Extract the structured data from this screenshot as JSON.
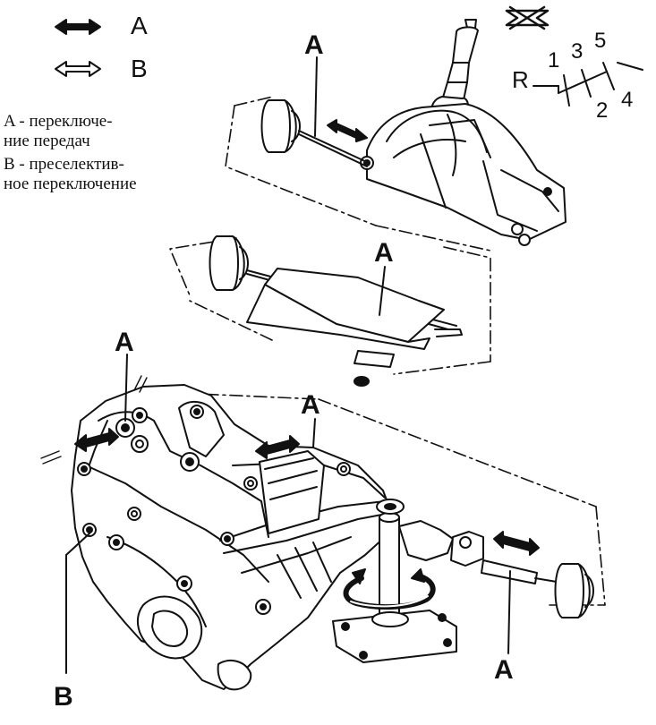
{
  "legend": {
    "a_key": "A",
    "b_key": "B",
    "desc_a_line1": "A - переключе-",
    "desc_a_line2": "ние передач",
    "desc_b_line1": "B - преселектив-",
    "desc_b_line2": "ное переключение"
  },
  "shift_pattern": {
    "reverse": "R",
    "gear1": "1",
    "gear2": "2",
    "gear3": "3",
    "gear4": "4",
    "gear5": "5"
  },
  "callouts": {
    "a_top": "A",
    "a_middle": "A",
    "a_left": "A",
    "a_center": "A",
    "a_bottom_right": "A",
    "b_bottom_left": "B"
  },
  "colors": {
    "ink": "#111111",
    "paper": "#ffffff"
  }
}
